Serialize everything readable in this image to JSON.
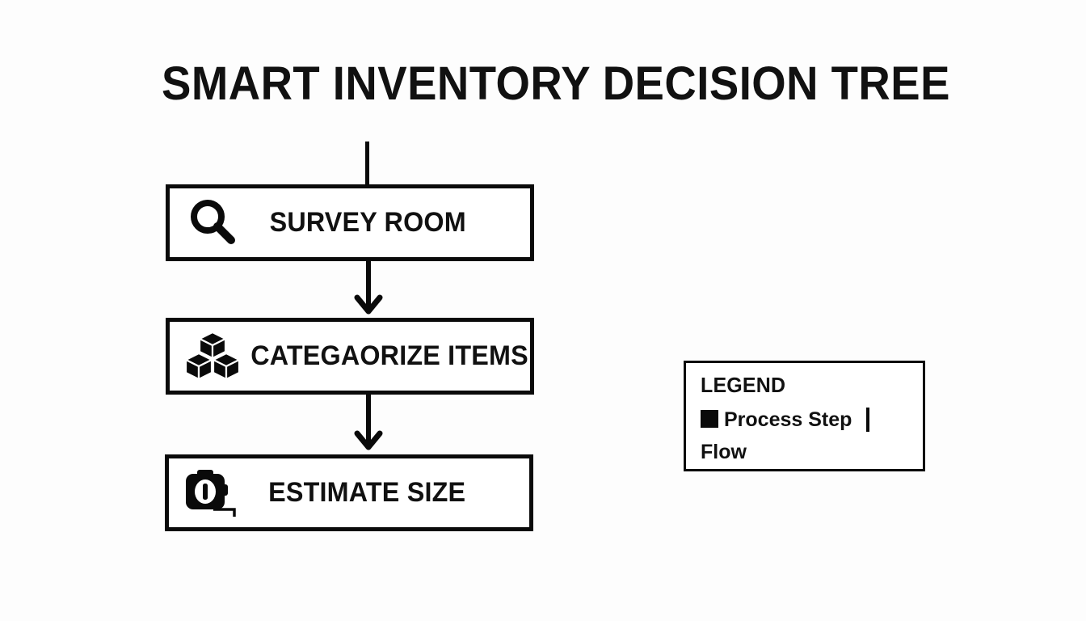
{
  "page": {
    "title": "SMART INVENTORY DECISION TREE",
    "background_color": "#fdfdfd",
    "ink_color": "#0a0a0a"
  },
  "flow": {
    "entry_connector": "vertical-line",
    "steps": [
      {
        "id": "survey-room",
        "label": "SURVEY ROOM",
        "icon": "magnifier-icon"
      },
      {
        "id": "categorize-items",
        "label": "CATEGAORIZE ITEMS",
        "icon": "cubes-icon"
      },
      {
        "id": "estimate-size",
        "label": "ESTIMATE SIZE",
        "icon": "tape-measure-icon"
      }
    ],
    "connectors": [
      {
        "id": "connector-1",
        "type": "arrow-down"
      },
      {
        "id": "connector-2",
        "type": "arrow-down"
      }
    ]
  },
  "legend": {
    "title": "LEGEND",
    "entries": [
      {
        "swatch": "filled-square",
        "label": "Process Step"
      },
      {
        "swatch": "vertical-line",
        "label": "Flow"
      }
    ]
  }
}
